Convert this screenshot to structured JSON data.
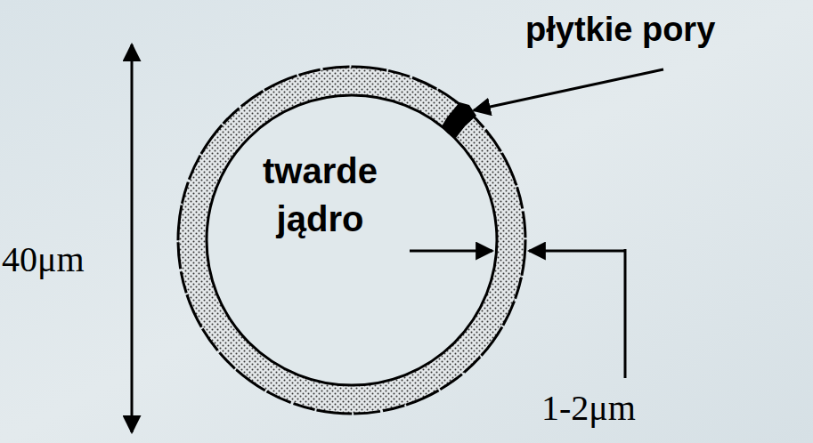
{
  "diagram": {
    "labels": [
      "płytkie pory",
      "40μm",
      "twarde jądro",
      "1-2μm"
    ]
  }
}
